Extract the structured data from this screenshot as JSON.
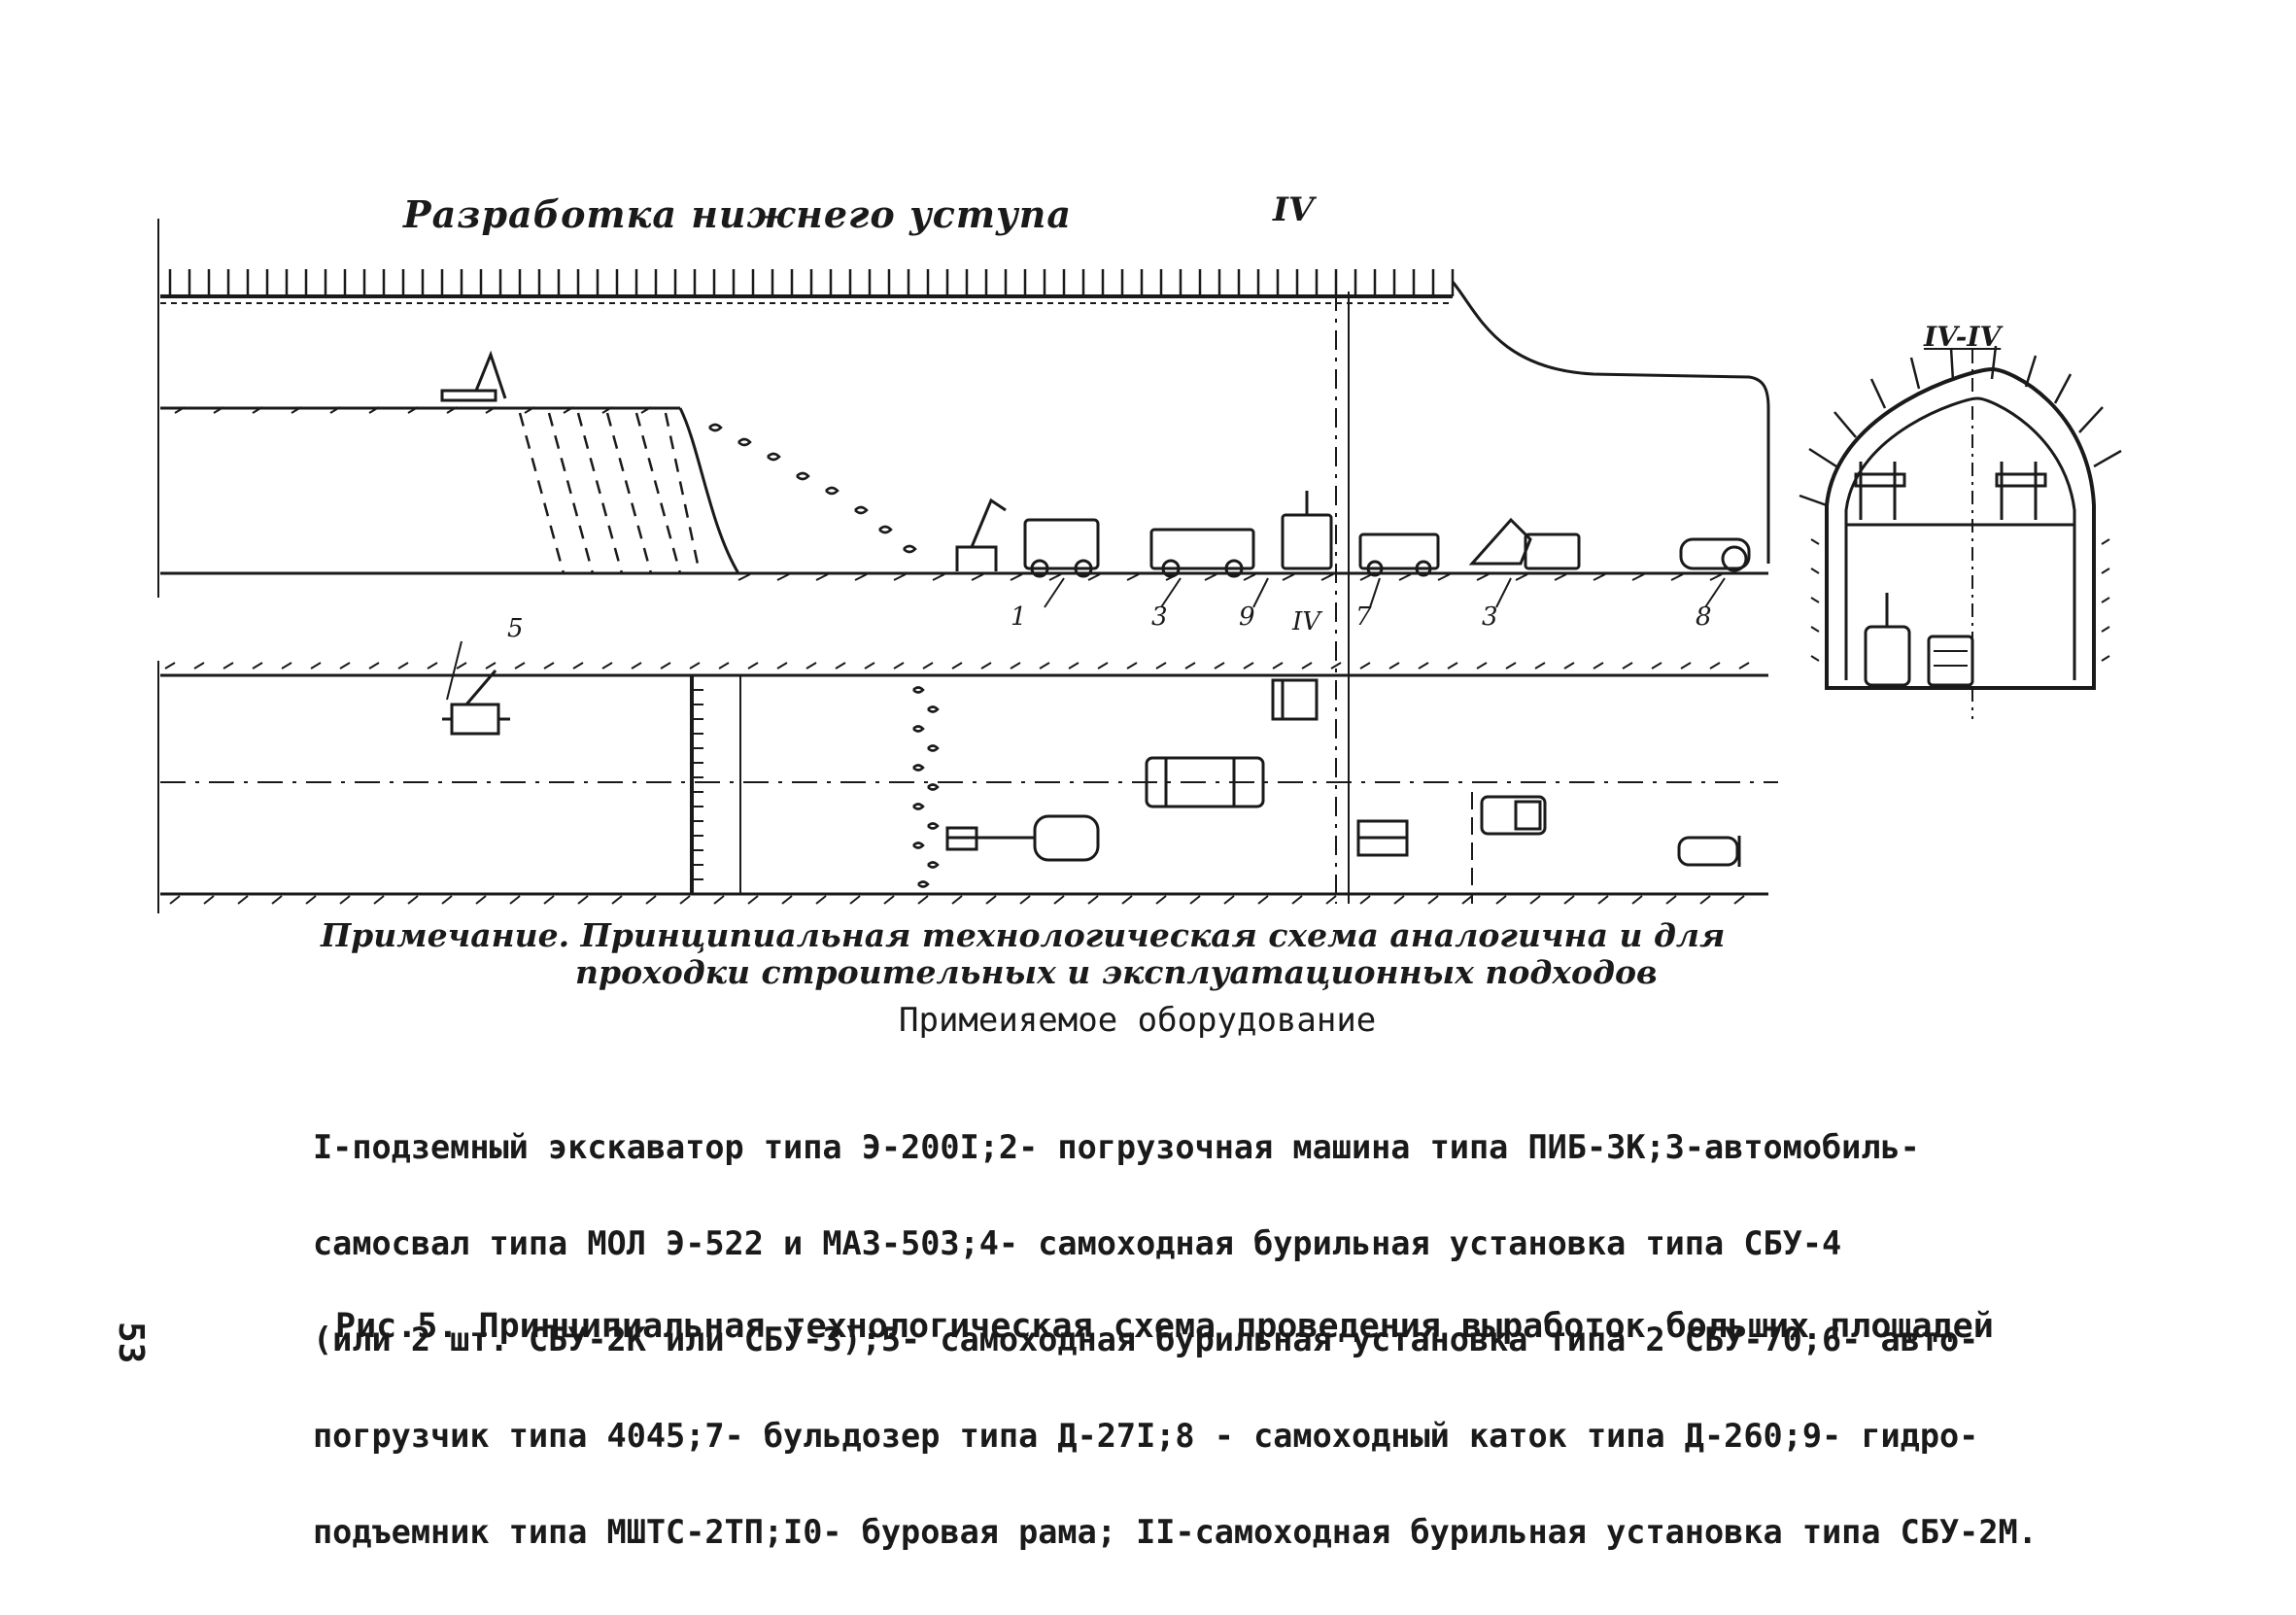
{
  "figure": {
    "section_title": "Разработка нижнего уступа",
    "section_mark": "IV",
    "cross_section_label": "IV-IV",
    "callouts": [
      "1",
      "3",
      "9",
      "IV",
      "7",
      "3",
      "8",
      "5"
    ]
  },
  "note": {
    "line1": "Примечание. Принципиальная технологическая схема аналогична и для",
    "line2": "проходки строительных и эксплуатационных подходов"
  },
  "equipment": {
    "heading": "Примеияемое оборудование",
    "lines": [
      "I-подземный экскаватор типа Э-200I;2- погрузочная машина типа ПИБ-3К;3-автомобиль-",
      "самосвал типа МОЛ Э-522 и МАЗ-503;4- самоходная бурильная установка типа СБУ-4",
      "(или 2 шт. СБУ-2К или СБУ-3);5- самоходная бурильная установка типа 2 СБУ-70;6- авто-",
      "погрузчик типа 4045;7- бульдозер типа Д-27I;8 - самоходный каток типа Д-260;9- гидро-",
      "подъемник типа МШТС-2ТП;I0- буровая рама; II-самоходная бурильная установка типа СБУ-2М."
    ]
  },
  "caption": "Рис.5. Принципиальная технологическая схема проведения выработок больших площадей",
  "page_number": "53"
}
